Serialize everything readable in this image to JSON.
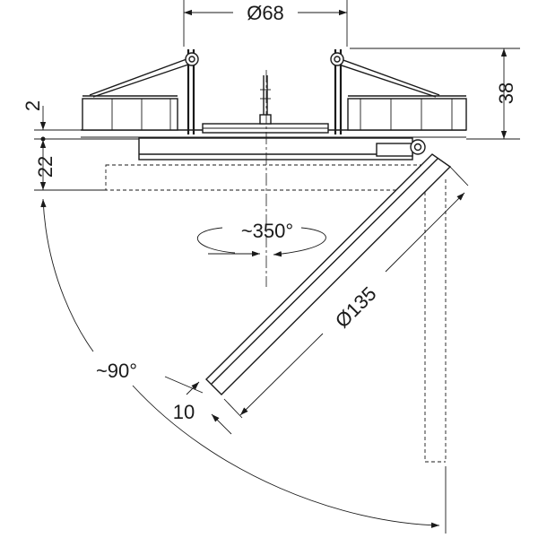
{
  "dimensions": {
    "diameter_top": "Ø68",
    "height_right": "38",
    "gap_left": "2",
    "depth_left": "22",
    "rotation": "~350°",
    "diameter_panel": "Ø135",
    "tilt_angle": "~90°",
    "thickness": "10"
  },
  "colors": {
    "line": "#1a1a1a",
    "background": "#ffffff"
  }
}
